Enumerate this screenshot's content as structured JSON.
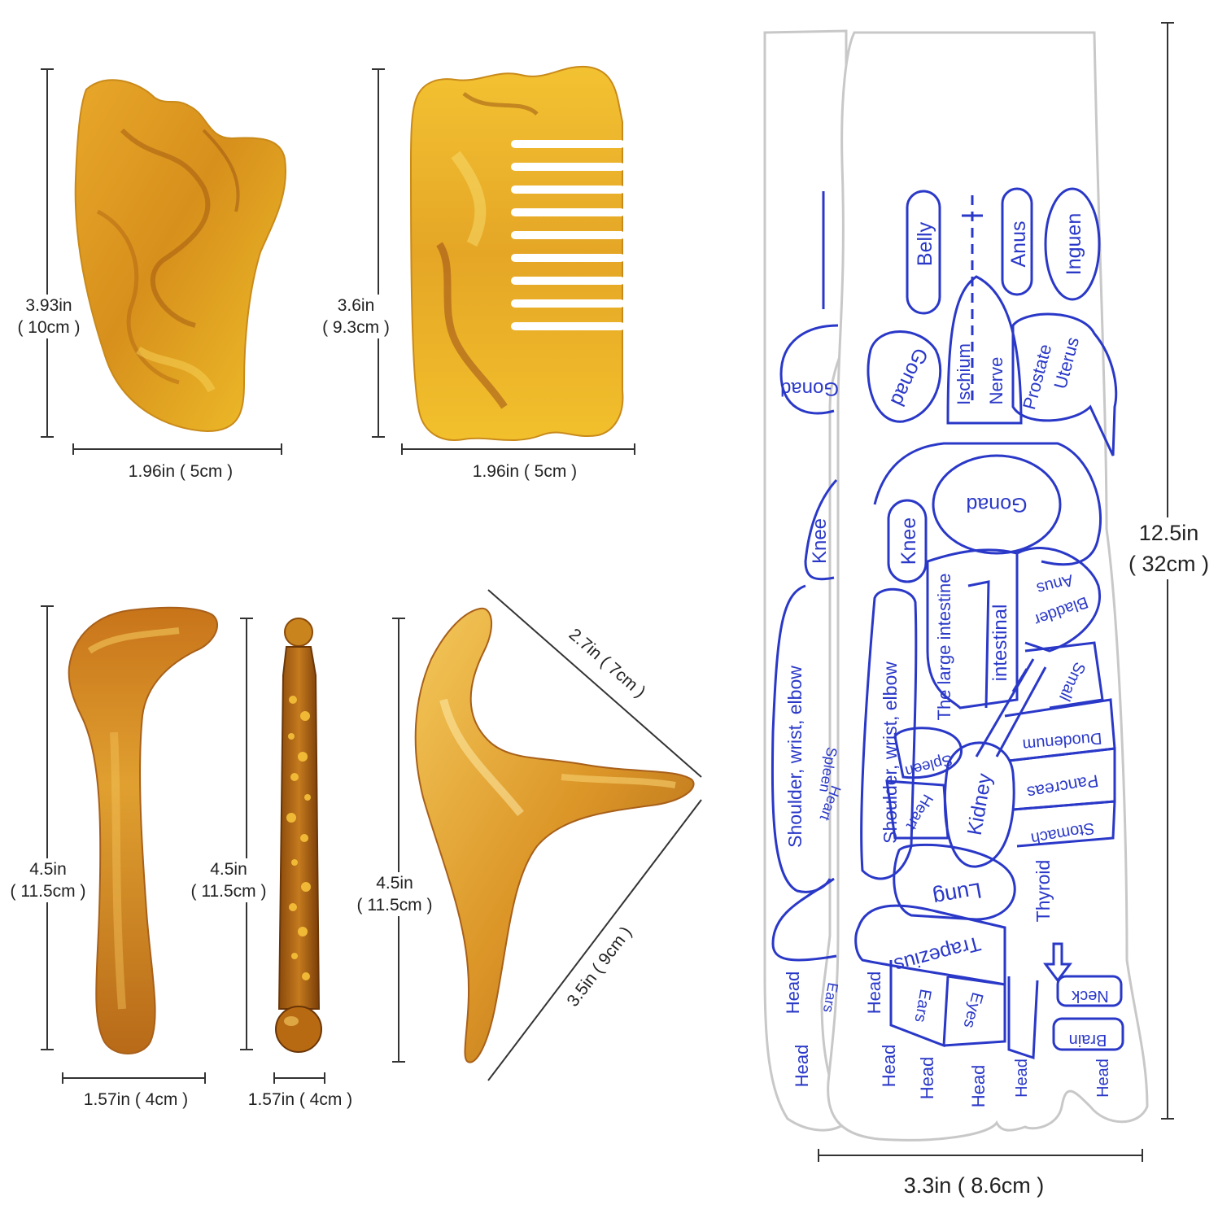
{
  "products": [
    {
      "name": "gua-sha-board",
      "height": "3.93in",
      "height_metric": "( 10cm )",
      "width": "1.96in ( 5cm )"
    },
    {
      "name": "comb",
      "height": "3.6in",
      "height_metric": "( 9.3cm )",
      "width": "1.96in ( 5cm )"
    },
    {
      "name": "spoon-tool",
      "height": "4.5in",
      "height_metric": "( 11.5cm )",
      "width": "1.57in ( 4cm )"
    },
    {
      "name": "massage-stick",
      "height": "4.5in",
      "height_metric": "( 11.5cm )",
      "width": "1.57in ( 4cm )"
    },
    {
      "name": "triangle-tool",
      "height": "4.5in",
      "height_metric": "( 11.5cm )",
      "side_a": "2.7in ( 7cm )",
      "side_b": "3.5in ( 9cm )"
    },
    {
      "name": "reflexology-socks",
      "height": "12.5in",
      "height_metric": "( 32cm )",
      "width": "3.3in ( 8.6cm )"
    }
  ],
  "sock_back_labels": [
    "Gonad",
    "Knee",
    "Shoulder, wrist, elbow",
    "Heart",
    "Spleen",
    "Head",
    "Head",
    "Ears"
  ],
  "sock_labels": {
    "belly": "Belly",
    "anus_top": "Anus",
    "inguen": "Inguen",
    "gonad_oval": "Gonad",
    "ischium": "Ischium",
    "nerve": "Nerve",
    "prostate": "Prostate",
    "uterus": "Uterus",
    "gonad_circle": "Gonad",
    "knee": "Knee",
    "large_intestine": "The large intestine",
    "intestinal": "intestinal",
    "anus": "Anus",
    "bladder": "Bladder",
    "small": "Small",
    "shoulder": "Shoulder, wrist, elbow",
    "duodenum": "Duodenum",
    "spleen": "Spleen",
    "pancreas": "Pancreas",
    "kidney": "Kidney",
    "heart": "Heart",
    "stomach": "Stomach",
    "thyroid": "Thyroid",
    "lung": "Lung",
    "trapezius": "Trapezius",
    "neck": "Neck",
    "head": "Head",
    "ears": "Ears",
    "eyes": "Eyes",
    "brain": "Brain"
  },
  "colors": {
    "amber": "#e0a024",
    "amber_dark": "#a85c12",
    "print_blue": "#2a38c8",
    "dim_line": "#333333"
  }
}
